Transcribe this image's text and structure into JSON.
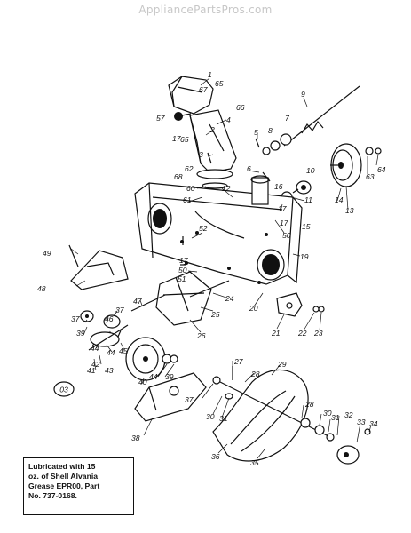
{
  "watermark": "AppliancePartsPros.com",
  "note": {
    "lines": [
      "Lubricated with 15",
      "oz. of Shell Alvania",
      "Grease EPR00, Part",
      "No. 737-0168."
    ]
  },
  "diagram_code": "03",
  "callouts": [
    "1",
    "2",
    "3",
    "4",
    "5",
    "6",
    "7",
    "8",
    "9",
    "10",
    "11",
    "12",
    "13",
    "14",
    "15",
    "16",
    "17",
    "17",
    "17",
    "17",
    "19",
    "20",
    "21",
    "22",
    "23",
    "24",
    "25",
    "26",
    "27",
    "28",
    "28",
    "29",
    "30",
    "30",
    "31",
    "31",
    "32",
    "33",
    "34",
    "35",
    "36",
    "37",
    "37",
    "37",
    "38",
    "39",
    "39",
    "40",
    "41",
    "42",
    "43",
    "44",
    "44",
    "44",
    "45",
    "46",
    "47",
    "48",
    "49",
    "50",
    "50",
    "51",
    "52",
    "57",
    "60",
    "61",
    "62",
    "63",
    "64",
    "65",
    "65",
    "66",
    "67",
    "68"
  ]
}
